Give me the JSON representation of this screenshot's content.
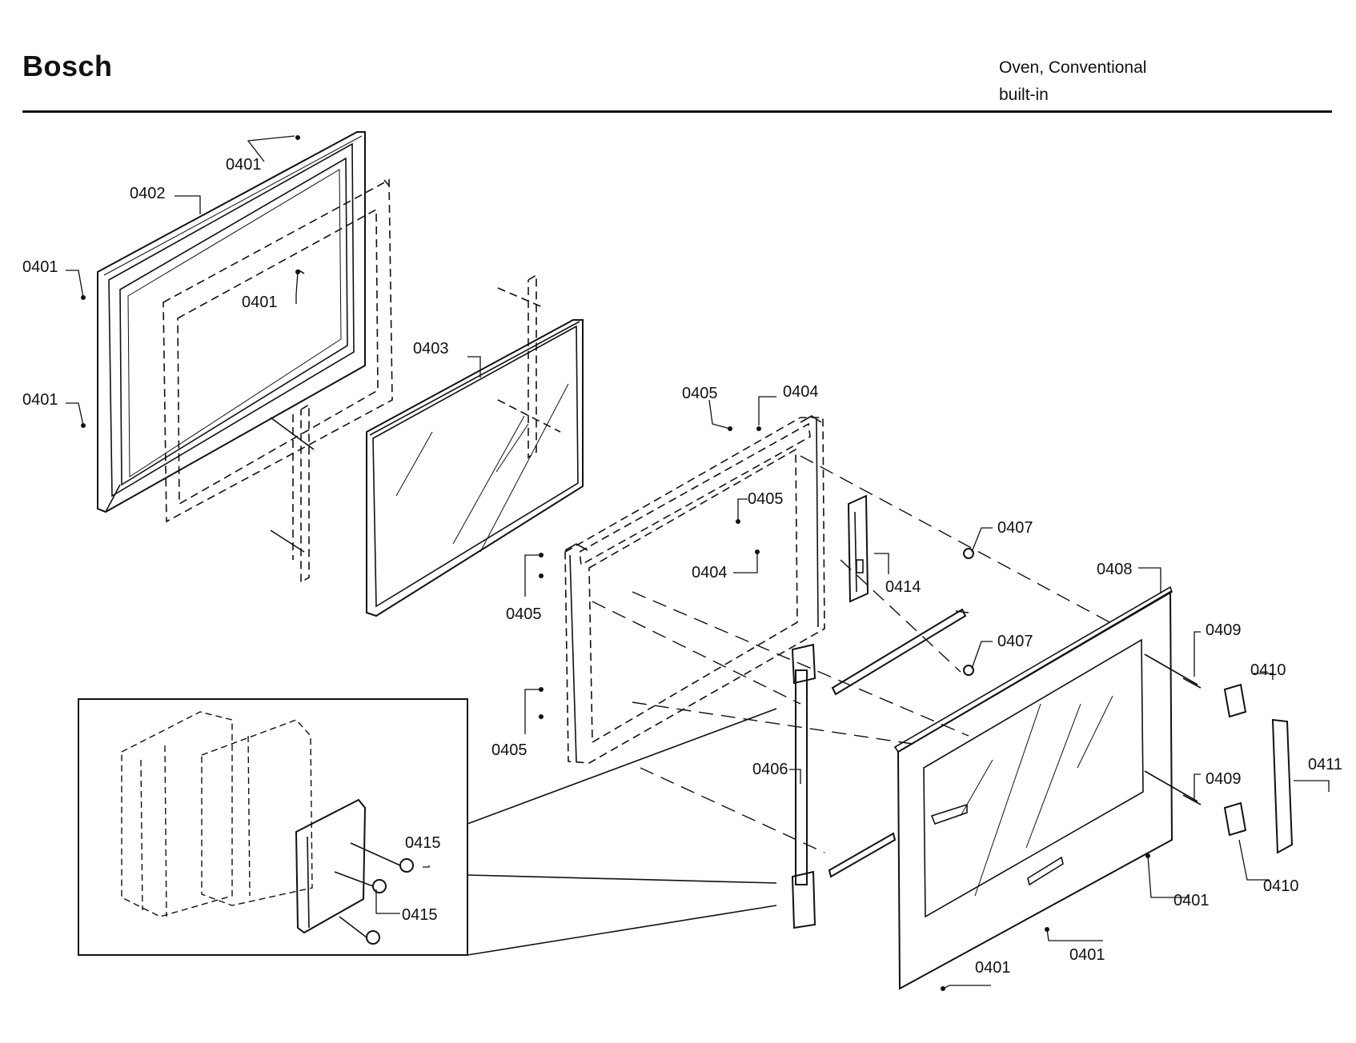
{
  "header": {
    "brand": "Bosch",
    "product_line1": "Oven, Conventional",
    "product_line2": "built-in"
  },
  "callouts": {
    "c01": "0401",
    "c02": "0402",
    "c03": "0401",
    "c04": "0401",
    "c05": "0401",
    "c06": "0403",
    "c07": "0405",
    "c08": "0404",
    "c09": "0405",
    "c10": "0404",
    "c11": "0414",
    "c12": "0407",
    "c13": "0408",
    "c14": "0405",
    "c15": "0407",
    "c16": "0409",
    "c17": "0410",
    "c18": "0405",
    "c19": "0406",
    "c20": "0411",
    "c21": "0409",
    "c22": "0415",
    "c23": "0410",
    "c24": "0415",
    "c25": "0401",
    "c26": "0401",
    "c27": "0401"
  }
}
